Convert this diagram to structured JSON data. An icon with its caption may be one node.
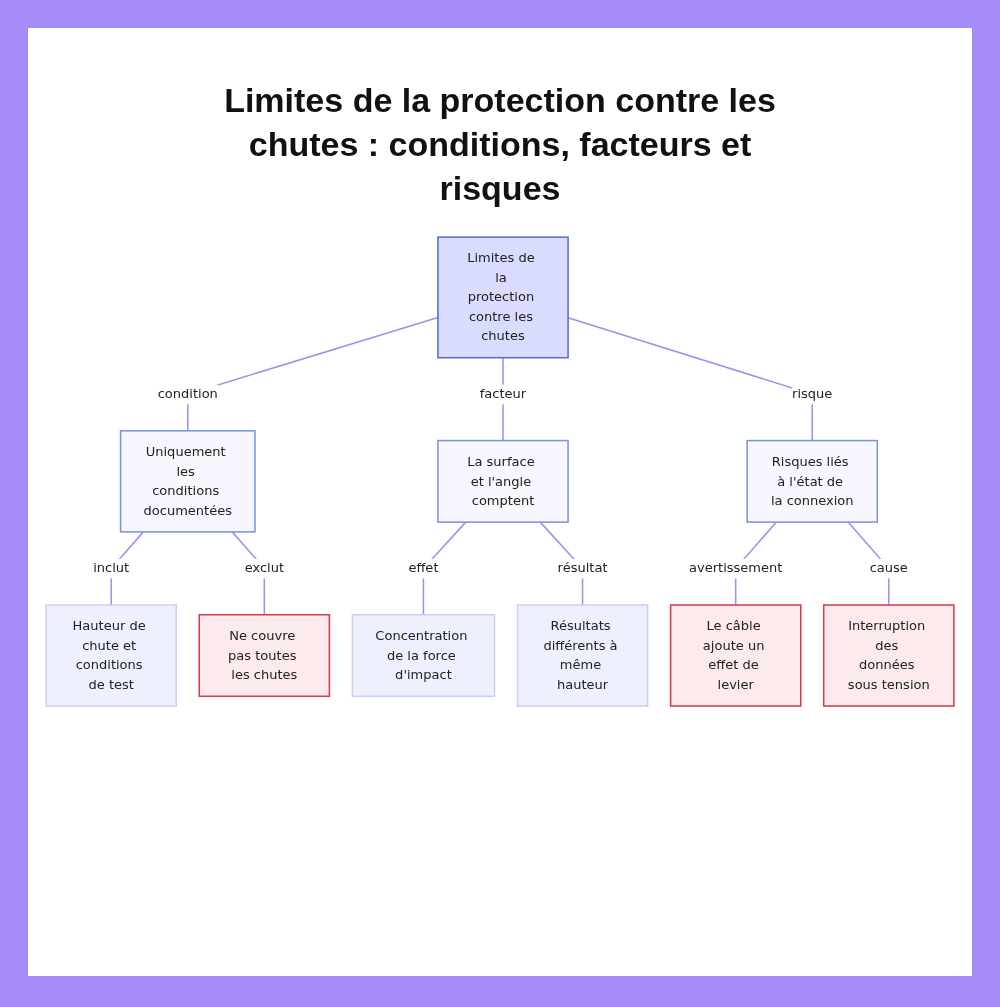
{
  "diagram": {
    "title": "Limites de la protection contre les chutes : conditions, facteurs et risques",
    "nodes": [
      {
        "text": [
          "Limites de la protection contre les chutes"
        ]
      },
      {
        "text": [
          "Uniquement les conditions documentées"
        ]
      },
      {
        "text": [
          "La surface et l'angle comptent"
        ]
      },
      {
        "text": [
          "Risques liés à l'état de la connexion"
        ]
      },
      {
        "text": [
          "Hauteur de chute et conditions de test"
        ]
      },
      {
        "text": [
          "Ne couvre pas toutes les chutes"
        ]
      },
      {
        "text": [
          "Concentration de la force d'impact"
        ]
      },
      {
        "text": [
          "Résultats différents à même hauteur"
        ]
      },
      {
        "text": [
          "Le câble ajoute un effet de levier"
        ]
      },
      {
        "text": [
          "Interruption des données sous tension"
        ]
      }
    ],
    "edges": [
      {
        "from": 0,
        "to": 1,
        "arrow": "none",
        "label": "condition"
      },
      {
        "from": 0,
        "to": 2,
        "arrow": "none",
        "label": "facteur"
      },
      {
        "from": 0,
        "to": 3,
        "arrow": "none",
        "label": "risque"
      },
      {
        "from": 1,
        "to": 4,
        "arrow": "none",
        "label": "inclut"
      },
      {
        "from": 1,
        "to": 5,
        "arrow": "none",
        "label": "exclut"
      },
      {
        "from": 2,
        "to": 6,
        "arrow": "none",
        "label": "effet"
      },
      {
        "from": 2,
        "to": 7,
        "arrow": "none",
        "label": "résultat"
      },
      {
        "from": 3,
        "to": 8,
        "arrow": "none",
        "label": "avertissement"
      },
      {
        "from": 3,
        "to": 9,
        "arrow": "none",
        "label": "cause"
      }
    ]
  }
}
